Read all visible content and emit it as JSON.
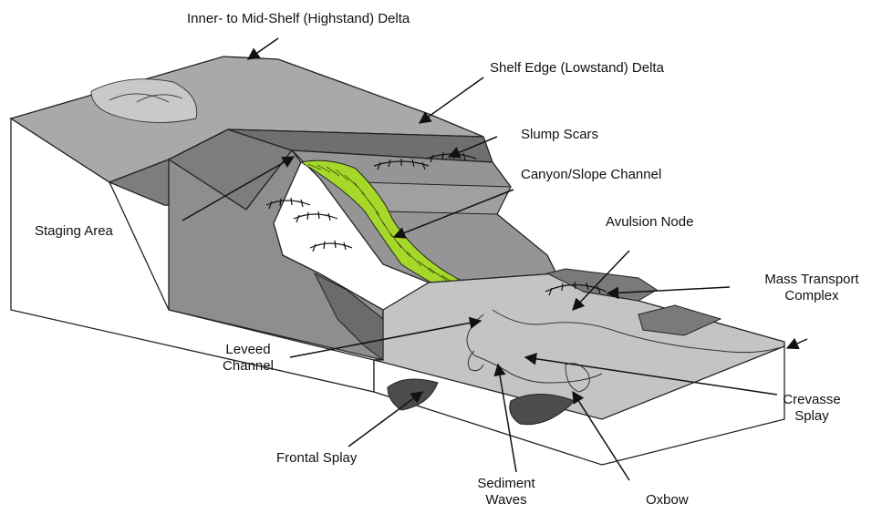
{
  "labels": {
    "highstand_delta": "Inner- to Mid-Shelf (Highstand) Delta",
    "lowstand_delta": "Shelf Edge (Lowstand) Delta",
    "slump_scars": "Slump Scars",
    "canyon_channel": "Canyon/Slope Channel",
    "staging_area": "Staging Area",
    "avulsion_node": "Avulsion Node",
    "mass_transport_line1": "Mass Transport",
    "mass_transport_line2": "Complex",
    "leveed_line1": "Leveed",
    "leveed_line2": "Channel",
    "crevasse_line1": "Crevasse",
    "crevasse_line2": "Splay",
    "frontal_splay": "Frontal Splay",
    "sediment_line1": "Sediment",
    "sediment_line2": "Waves",
    "oxbow": "Oxbow"
  },
  "colors": {
    "shelf_top": "#a9a9a9",
    "slope_dark": "#7d7d7d",
    "slope_mid": "#8e8e8e",
    "basin_floor": "#c4c4c4",
    "channel_fill": "#a6d82a",
    "outline": "#222222"
  }
}
